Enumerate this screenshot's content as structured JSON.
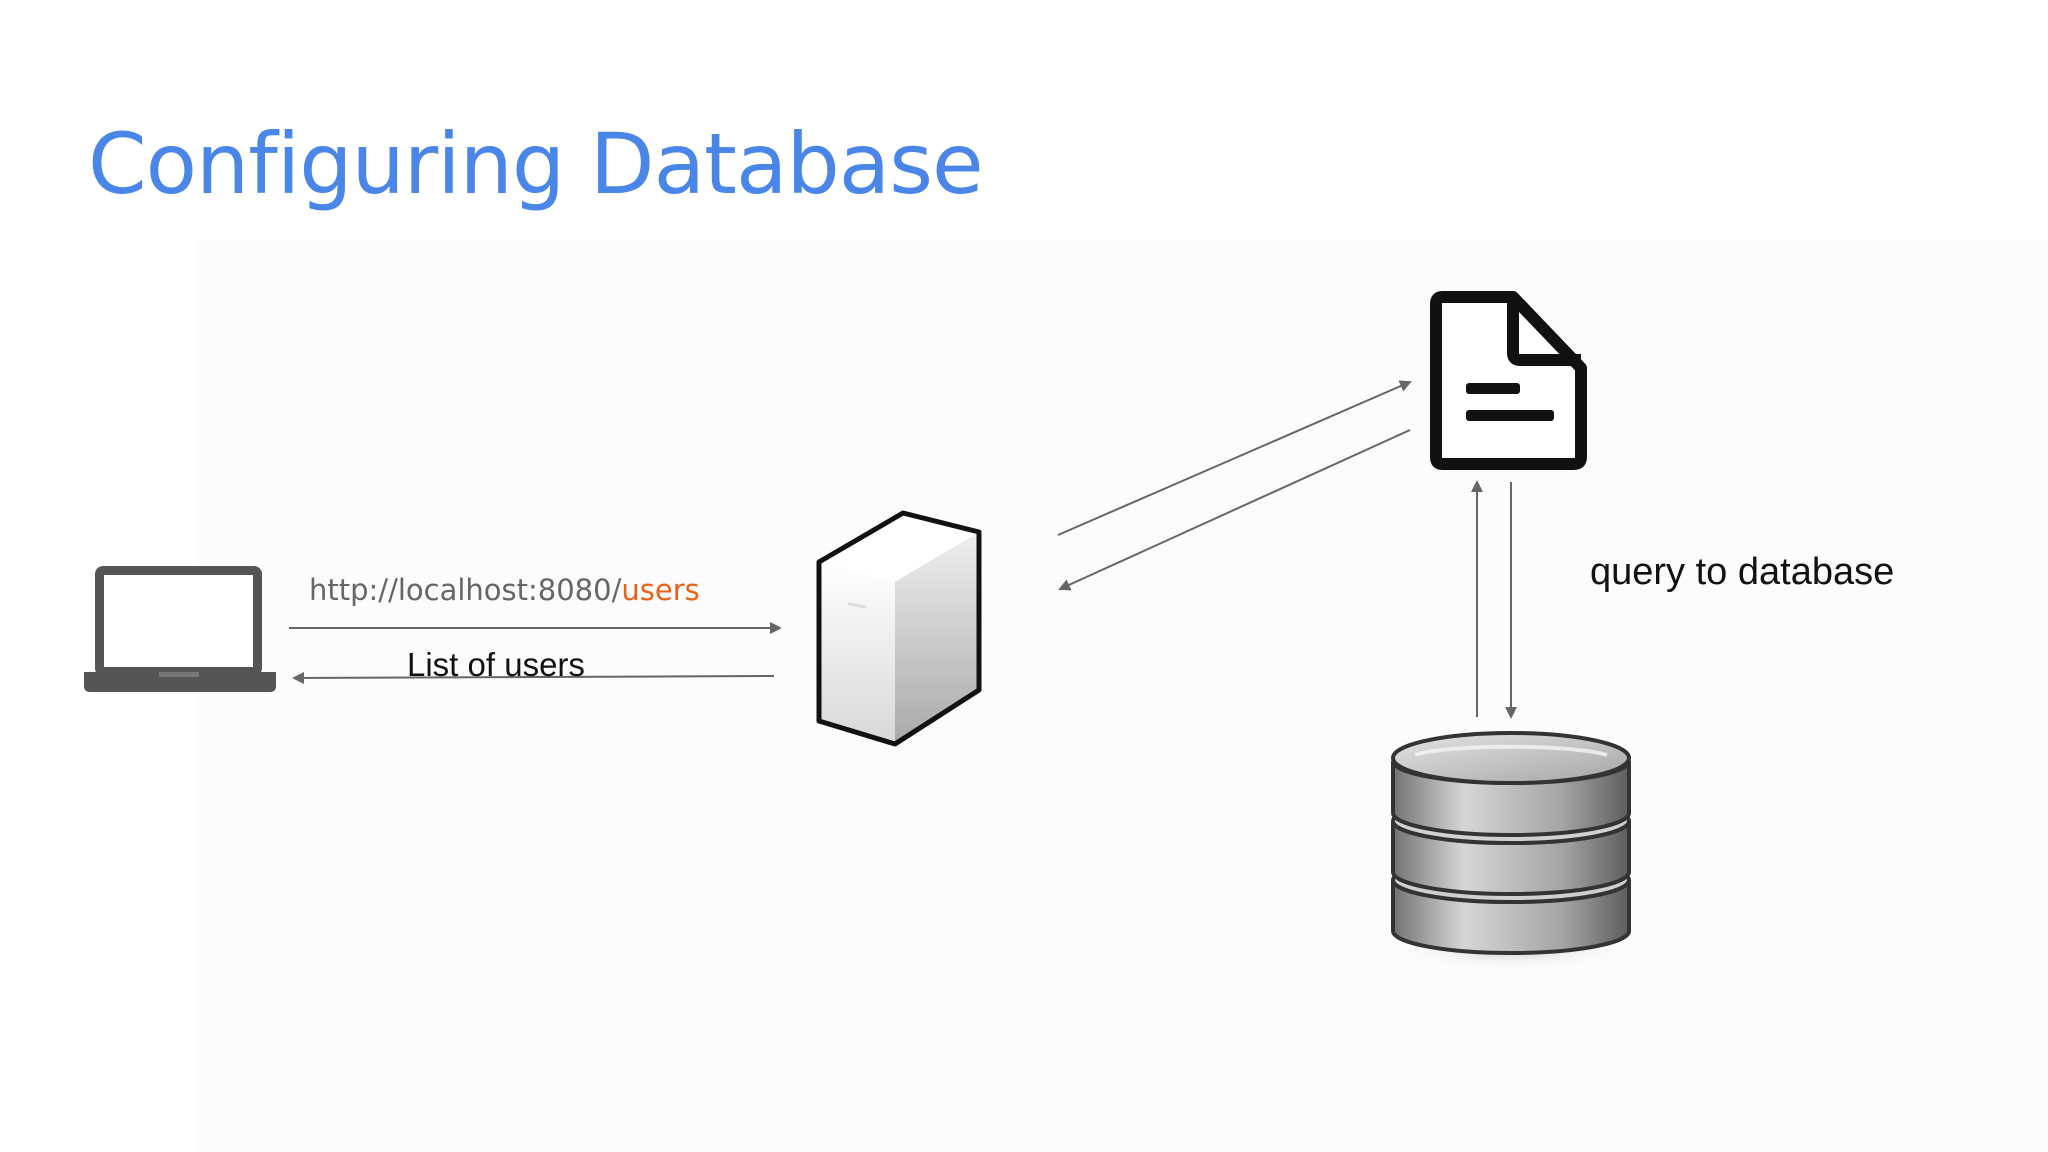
{
  "slide": {
    "title": "Configuring Database"
  },
  "labels": {
    "request_url_base": "http://localhost:8080/",
    "request_url_path": "users",
    "response": "List of users",
    "database_query": "query to database"
  },
  "colors": {
    "title": "#4a86e8",
    "url_path": "#e8621a",
    "arrow": "#666666"
  },
  "icons": {
    "client": "laptop-icon",
    "server": "server-icon",
    "file": "document-icon",
    "database": "database-icon"
  }
}
